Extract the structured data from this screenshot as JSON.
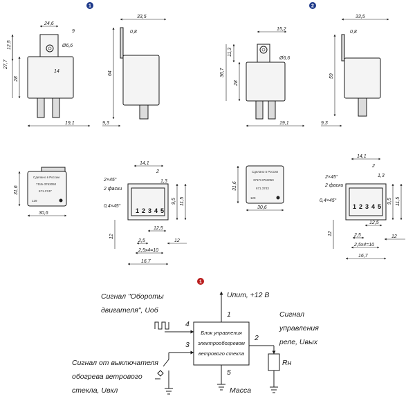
{
  "variants": {
    "v1_badge": "1",
    "v2_badge": "2",
    "v1": {
      "front_top_w": "24,6",
      "front_hole_d": "Ø6,6",
      "front_tab_h": "12,5",
      "front_tab_t": "9",
      "front_h_total": "27,7",
      "front_body_h": "28",
      "front_pin_w": "14",
      "front_bottom_w": "19,1",
      "side_w": "33,5",
      "side_tab": "0,8",
      "side_h": "64",
      "side_off": "9,3",
      "top_h": "31,6",
      "top_w": "30,6",
      "top_line1": "Сделано в России",
      "top_line2": "711Б-3763050",
      "top_line3": "671.3747",
      "top_line4": "129"
    },
    "v2": {
      "front_top_w": "15,2",
      "front_tab_h": "11,3",
      "front_hole_d": "Ø6,6",
      "front_h_total": "36,7",
      "front_body_h": "28",
      "front_bottom_w": "19,1",
      "side_w": "33,5",
      "side_tab": "0,8",
      "side_h": "59",
      "side_off": "9,3",
      "top_h": "31,6",
      "top_w": "30,6",
      "top_line1": "Сделано в России",
      "top_line2": "371П-3763050",
      "top_line3": "671.3743",
      "top_line4": "129"
    },
    "connector": {
      "w_top": "14,1",
      "pitch": "2",
      "pin_w": "1,3",
      "chamfer": "2×45°",
      "chamfer_note": "2 фаски",
      "chamfer2": "0,4×45°",
      "pins": [
        "1",
        "2",
        "3",
        "4",
        "5"
      ],
      "h1": "9,5",
      "h2": "11,5",
      "h3": "12",
      "gap": "12,5",
      "half": "2,5",
      "pitches": "2,5х4=10",
      "bottom_w": "16,7",
      "right_off": "12"
    }
  },
  "schematic": {
    "badge": "1",
    "power_label": "Uпит, +12 В",
    "box_line1": "Блок управления",
    "box_line2": "электрообогревом",
    "box_line3": "ветрового стекла",
    "pin1": "1",
    "pin2": "2",
    "pin3": "3",
    "pin4": "4",
    "pin5": "5",
    "input_signal_line1": "Сигнал \"Обороты",
    "input_signal_line2": "двигателя\", Uоб",
    "switch_signal_line1": "Сигнал от выключателя",
    "switch_signal_line2": "обогрева ветрового",
    "switch_signal_line3": "стекла, Uвкл",
    "output_line1": "Сигнал",
    "output_line2": "управления",
    "output_line3": "реле, Uвых",
    "ground_label": "Масса",
    "load_label": "Rн"
  }
}
